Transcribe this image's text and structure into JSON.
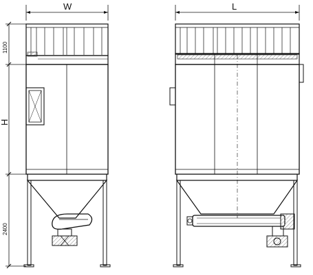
{
  "drawing": {
    "front_view": {
      "width_label": "W",
      "height_label": "H",
      "top_dim_label": "1100",
      "bottom_dim_label": "2400"
    },
    "side_view": {
      "length_label": "L"
    }
  }
}
